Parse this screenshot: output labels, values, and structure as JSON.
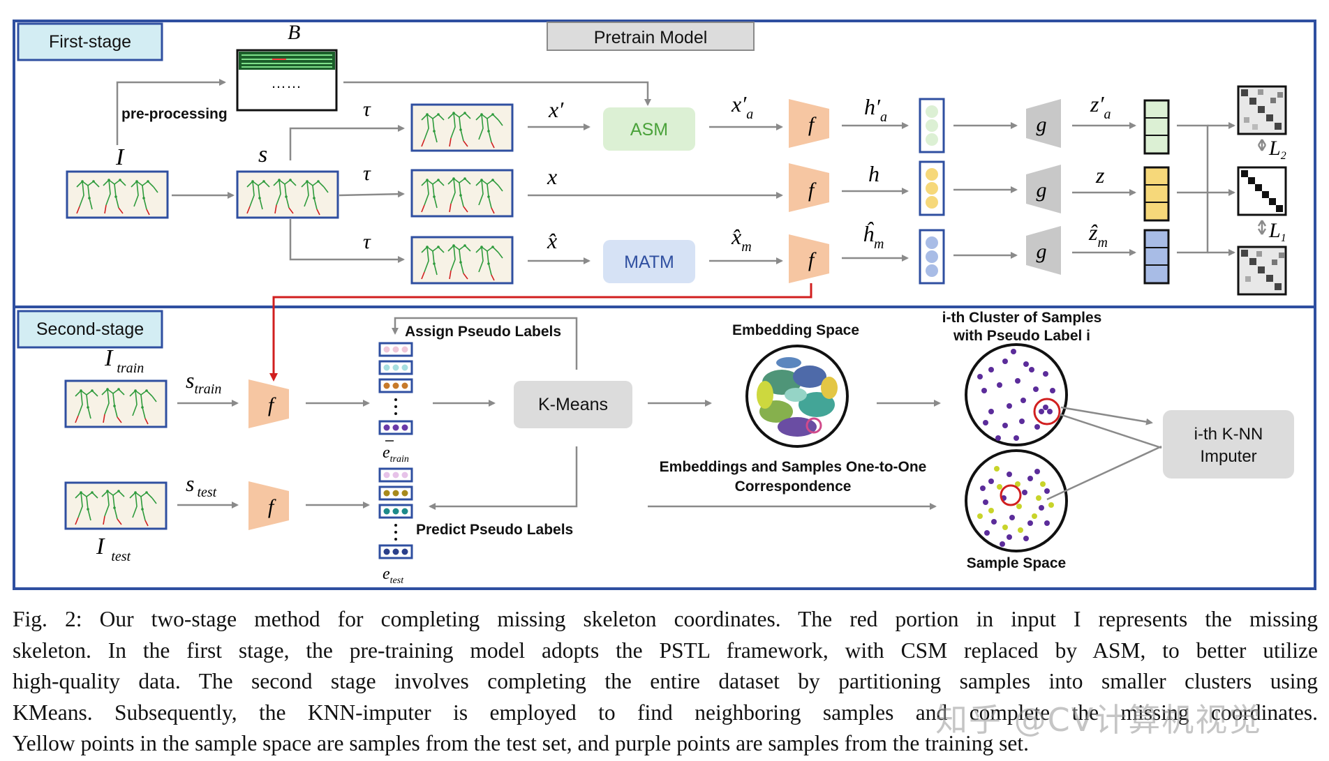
{
  "stages": {
    "first": "First-stage",
    "second": "Second-stage",
    "pretrain": "Pretrain Model"
  },
  "first_stage": {
    "input_I": "I",
    "batch_B": "B",
    "batch_dots": "……",
    "preprocessing": "pre-processing",
    "s": "s",
    "tau": "τ",
    "asm": "ASM",
    "matm": "MATM",
    "x_prime": "x′",
    "x": "x",
    "x_hat": "x̂",
    "x_prime_a": "x′",
    "x_prime_a_sub": "a",
    "x_hat_m": "x̂",
    "x_hat_m_sub": "m",
    "f": "f",
    "g": "g",
    "h_prime_a": "h′",
    "h_prime_a_sub": "a",
    "h": "h",
    "h_hat_m": "ĥ",
    "h_hat_m_sub": "m",
    "z_prime_a": "z′",
    "z_prime_a_sub": "a",
    "z": "z",
    "z_hat_m": "ẑ",
    "z_hat_m_sub": "m",
    "L2": "L",
    "L2_sub": "2",
    "L1": "L",
    "L1_sub": "1"
  },
  "second_stage": {
    "I_train": "I",
    "I_train_sub": "train",
    "I_test": "I",
    "I_test_sub": "test",
    "s_train": "s",
    "s_train_sub": "train",
    "s_test": "s",
    "s_test_sub": "test",
    "f": "f",
    "assign": "Assign Pseudo Labels",
    "predict": "Predict Pseudo Labels",
    "kmeans": "K-Means",
    "embedding_space": "Embedding Space",
    "e_train": "e",
    "e_train_sub": "train",
    "e_test": "e",
    "e_test_sub": "test",
    "correspondence_l1": "Embeddings and Samples One-to-One",
    "correspondence_l2": "Correspondence",
    "cluster_l1": "i-th Cluster of Samples",
    "cluster_l2": "with Pseudo Label i",
    "sample_space": "Sample Space",
    "knn_l1": "i-th K-NN",
    "knn_l2": "Imputer"
  },
  "colors": {
    "frame": "#2f4fa0",
    "stage_tab": "#d3edf3",
    "asm": "#dcf0d4",
    "matm": "#d6e2f5",
    "encoder_f": "#f6c6a2",
    "projector_g": "#c8c8c8",
    "missing": "#d11f1f",
    "purple": "#5b2c9a",
    "yellow": "#c8d42a"
  },
  "caption": [
    "Fig. 2: Our two-stage method for completing missing skeleton coordinates. The red portion in input I represents the missing",
    "skeleton. In the first stage, the pre-training model adopts the PSTL framework, with CSM replaced by ASM, to better utilize",
    "high-quality data. The second stage involves completing the entire dataset by partitioning samples into smaller clusters using",
    "KMeans. Subsequently, the KNN-imputer is employed to find neighboring samples and complete the missing coordinates.",
    "Yellow points in the sample space are samples from the test set, and purple points are samples from the training set."
  ],
  "watermark": "知乎 @CV计算机视觉"
}
